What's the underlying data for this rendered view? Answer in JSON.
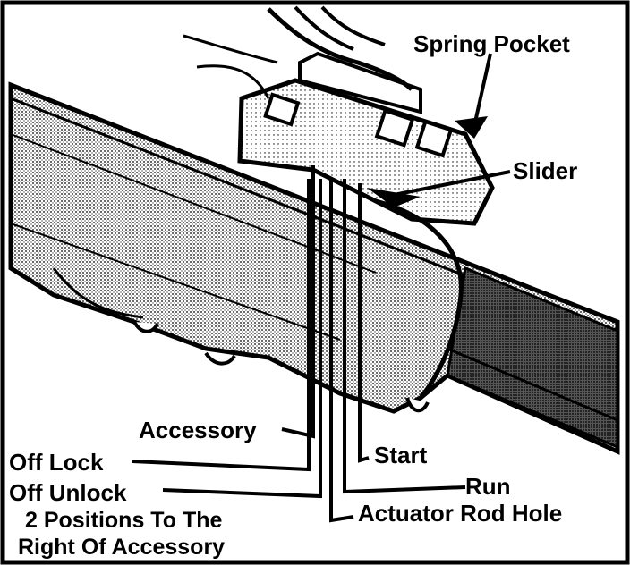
{
  "labels": {
    "spring_pocket": "Spring Pocket",
    "slider": "Slider",
    "accessory": "Accessory",
    "start": "Start",
    "off_lock": "Off Lock",
    "off_unlock": "Off Unlock",
    "run": "Run",
    "two_positions_line1": "2 Positions To The",
    "two_positions_line2": "Right Of Accessory",
    "actuator_rod_hole": "Actuator Rod Hole"
  },
  "colors": {
    "ink": "#000000",
    "paper": "#ffffff"
  }
}
